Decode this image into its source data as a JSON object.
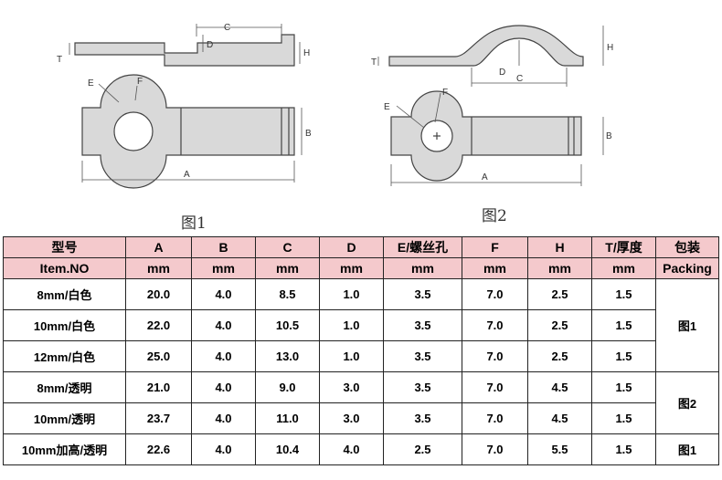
{
  "figures": [
    {
      "caption": "图1",
      "labels": [
        "C",
        "D",
        "H",
        "T",
        "E",
        "F",
        "B",
        "A"
      ]
    },
    {
      "caption": "图2",
      "labels": [
        "T",
        "H",
        "D",
        "C",
        "E",
        "F",
        "B",
        "A"
      ]
    }
  ],
  "table": {
    "header_top": [
      "型号",
      "A",
      "B",
      "C",
      "D",
      "E/螺丝孔",
      "F",
      "H",
      "T/厚度",
      "包装"
    ],
    "header_bottom": [
      "Item.NO",
      "mm",
      "mm",
      "mm",
      "mm",
      "mm",
      "mm",
      "mm",
      "mm",
      "Packing"
    ],
    "rows": [
      [
        "8mm/白色",
        "20.0",
        "4.0",
        "8.5",
        "1.0",
        "3.5",
        "7.0",
        "2.5",
        "1.5"
      ],
      [
        "10mm/白色",
        "22.0",
        "4.0",
        "10.5",
        "1.0",
        "3.5",
        "7.0",
        "2.5",
        "1.5"
      ],
      [
        "12mm/白色",
        "25.0",
        "4.0",
        "13.0",
        "1.0",
        "3.5",
        "7.0",
        "2.5",
        "1.5"
      ],
      [
        "8mm/透明",
        "21.0",
        "4.0",
        "9.0",
        "3.0",
        "3.5",
        "7.0",
        "4.5",
        "1.5"
      ],
      [
        "10mm/透明",
        "23.7",
        "4.0",
        "11.0",
        "3.0",
        "3.5",
        "7.0",
        "4.5",
        "1.5"
      ],
      [
        "10mm加高/透明",
        "22.6",
        "4.0",
        "10.4",
        "4.0",
        "2.5",
        "7.0",
        "5.5",
        "1.5"
      ]
    ],
    "packing": [
      "图1",
      "图2",
      "图1"
    ]
  }
}
